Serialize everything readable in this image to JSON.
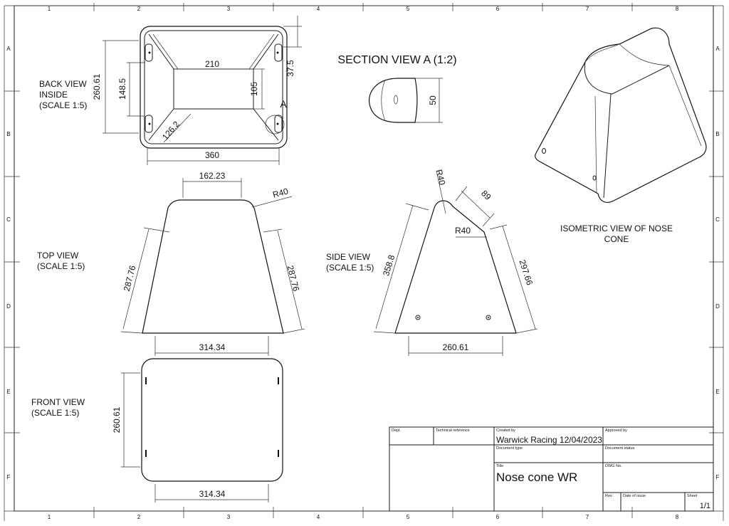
{
  "sheet": {
    "columns": [
      "1",
      "2",
      "3",
      "4",
      "5",
      "6",
      "7",
      "8"
    ],
    "rows": [
      "A",
      "B",
      "C",
      "D",
      "E",
      "F"
    ]
  },
  "views": {
    "back": {
      "label_1": "BACK VIEW",
      "label_2": "INSIDE",
      "label_3": "(SCALE 1:5)"
    },
    "section": {
      "title": "SECTION VIEW A (1:2)",
      "marker": "A"
    },
    "iso": {
      "label_1": "ISOMETRIC VIEW OF NOSE",
      "label_2": "CONE"
    },
    "top": {
      "label_1": "TOP VIEW",
      "label_2": "(SCALE 1:5)"
    },
    "side": {
      "label_1": "SIDE VIEW",
      "label_2": "(SCALE 1:5)"
    },
    "front": {
      "label_1": "FRONT VIEW",
      "label_2": "(SCALE 1:5)"
    }
  },
  "dimensions": {
    "back_height": "260.61",
    "back_inner_height": "148.5",
    "back_inner_width": "210",
    "back_depth_height": "105",
    "back_offset": "37.5",
    "back_diag": "126.2",
    "back_width": "360",
    "section_height": "50",
    "top_width": "162.23",
    "top_radius": "R40",
    "top_left_edge": "287.76",
    "top_right_edge": "287.76",
    "top_bottom": "314.34",
    "side_radius_top": "R40",
    "side_flat": "89",
    "side_radius_mid": "R40",
    "side_left_edge": "358.8",
    "side_right_edge": "297.66",
    "side_bottom": "260.61",
    "front_height": "260.61",
    "front_width": "314.34"
  },
  "title_block": {
    "dept_label": "Dept.",
    "tech_ref_label": "Technical reference",
    "created_by_label": "Created by",
    "created_by": "Warwick Racing 12/04/2023",
    "approved_by_label": "Approved by",
    "doc_type_label": "Document type",
    "doc_status_label": "Document status",
    "title_label": "Title",
    "title": "Nose cone WR",
    "dwg_no_label": "DWG No.",
    "rev_label": "Rev.",
    "date_issue_label": "Date of issue",
    "sheet_label": "Sheet",
    "sheet": "1/1"
  }
}
